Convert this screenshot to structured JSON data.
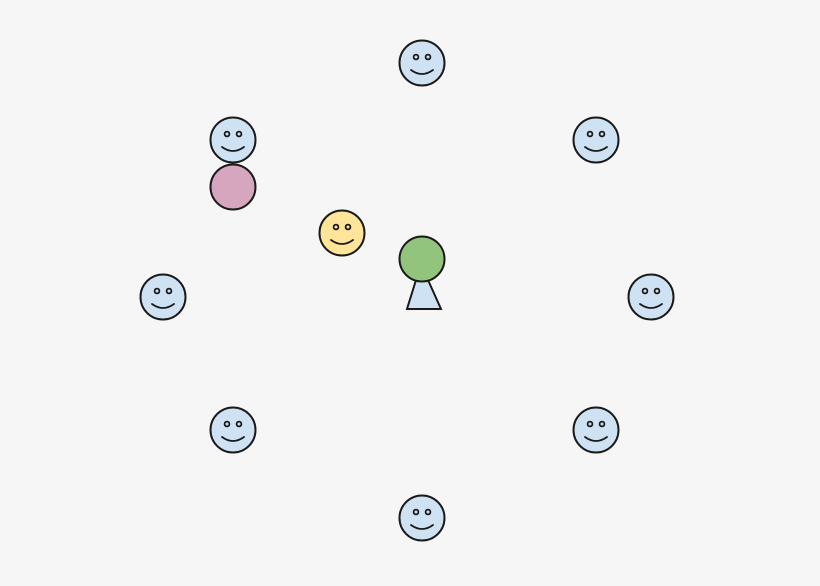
{
  "background_color": "#f6f6f6",
  "palette": {
    "ring_face": "#cfe2f3",
    "center_face": "#ffe599",
    "stacked_ball": "#d5a6bd",
    "figure_head": "#93c47d",
    "figure_body": "#cfe2f3",
    "stroke": "#1a1a1a"
  },
  "diagram": {
    "ring_face_count": 8,
    "stacked_ball_count": 1,
    "center_face_count": 1,
    "figure_count": 1
  }
}
